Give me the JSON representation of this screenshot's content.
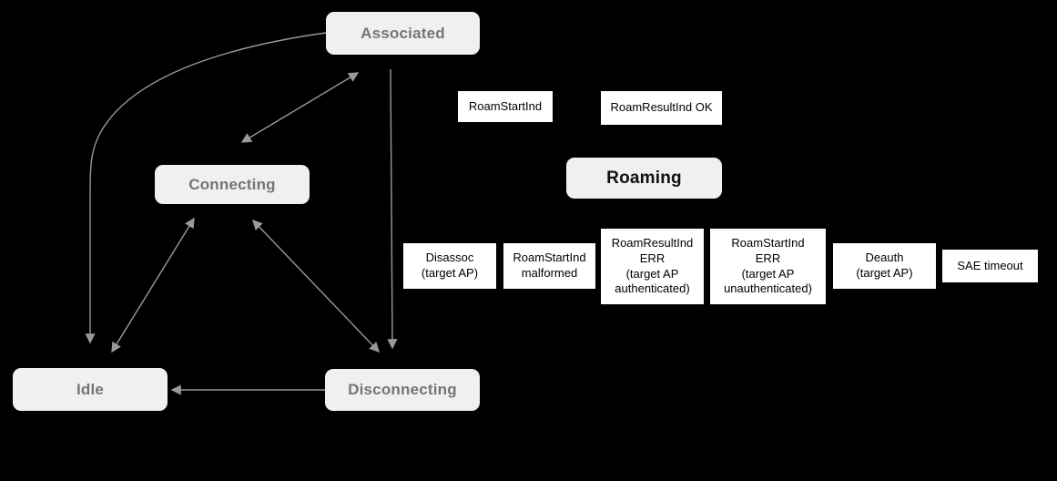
{
  "colors": {
    "background": "#000000",
    "state_fill": "#f0f0f0",
    "state_label": "#757575",
    "roaming_label": "#111111",
    "event_bg": "#ffffff",
    "event_text": "#000000",
    "arrow": "#999999"
  },
  "states": {
    "associated": "Associated",
    "connecting": "Connecting",
    "roaming": "Roaming",
    "idle": "Idle",
    "disconnecting": "Disconnecting"
  },
  "events": {
    "roam_start": "RoamStartInd",
    "roam_result_ok": "RoamResultInd OK",
    "disassoc": "Disassoc\n(target AP)",
    "roam_start_malformed": "RoamStartInd\nmalformed",
    "roam_result_err": "RoamResultInd\nERR\n(target AP\nauthenticated)",
    "roam_start_err": "RoamStartInd\nERR\n(target AP\nunauthenticated)",
    "deauth": "Deauth\n(target AP)",
    "sae_timeout": "SAE timeout"
  }
}
